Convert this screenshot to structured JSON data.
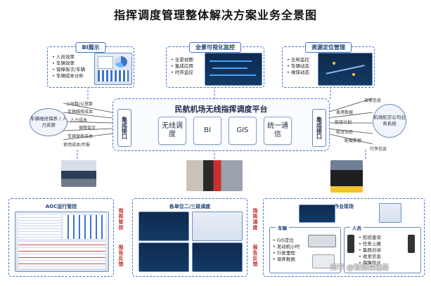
{
  "title": "指挥调度管理整体解决方案业务全景图",
  "top_panels": [
    {
      "title": "BI展示",
      "items": [
        "人员效率",
        "车辆效率",
        "保障架次/车辆",
        "车辆成本分析"
      ]
    },
    {
      "title": "全景可视化监控",
      "items": [
        "全景视图",
        "集成应用",
        "时序监控"
      ]
    },
    {
      "title": "资源定位管理",
      "items": [
        "全局监控",
        "车辆动态",
        "维保动态"
      ]
    }
  ],
  "platform": {
    "title": "民航机场无线指挥调度平台",
    "tiles": [
      "无线调度",
      "BI",
      "GIS",
      "统一通信"
    ],
    "left_side": "集成接口",
    "right_side": "集成接口"
  },
  "left_flows": [
    "小时数/公里数",
    "车辆维修成本",
    "人力成本",
    "保障架次",
    "车辆保养成本",
    "使用成本/年报"
  ],
  "left_circle": "车辆维修保养 / 人力资源",
  "right_flows": [
    "旅客信息",
    "离港数据",
    "航班计划",
    "航班动态",
    "配载数据",
    "行李信息"
  ],
  "right_circle": "机场航空公司业务系统",
  "bottom_panels": [
    {
      "title": "AOC运行管控"
    },
    {
      "title": "各单位二/三级调度"
    },
    {
      "title": "作业现场",
      "sub_left": {
        "title": "车辆",
        "items": [
          "GIS定位",
          "发动机小时",
          "行驶里程",
          "保养数据"
        ]
      },
      "sub_right": {
        "title": "人员",
        "items": [
          "航班查询",
          "任务上报",
          "集群对讲",
          "收发信息",
          "保障作业"
        ]
      }
    }
  ],
  "side_labels": {
    "left_cmd": "指挥管控",
    "left_report": "报告反馈",
    "right_cmd": "指挥调度",
    "right_report": "报告反馈"
  },
  "watermark": "知乎 @智能精选层"
}
